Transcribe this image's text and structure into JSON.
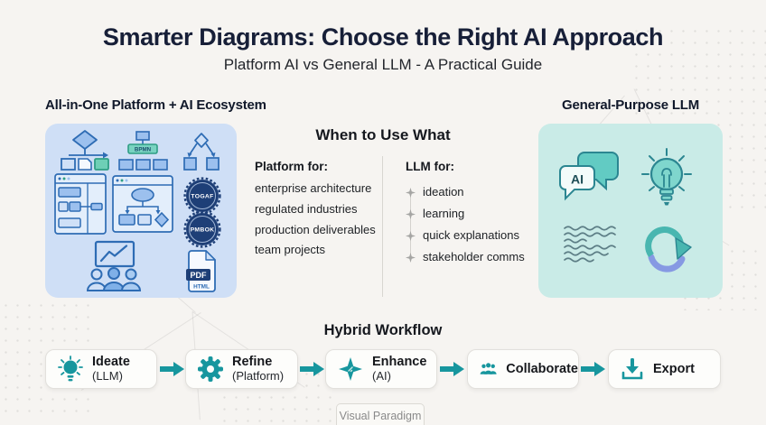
{
  "header": {
    "title": "Smarter Diagrams: Choose the Right AI Approach",
    "subtitle": "Platform AI vs General LLM - A Practical Guide"
  },
  "left_panel": {
    "heading": "All-in-One Platform + AI Ecosystem",
    "bpmn_label": "BPMN",
    "badges": [
      "TOGAF",
      "PMBOK"
    ],
    "file_icon": {
      "primary": "PDF",
      "secondary": "HTML"
    },
    "icon_names": [
      "flowchart-icon",
      "bpmn-tree-icon",
      "decision-tree-icon",
      "table-window-icon",
      "flowchart-window-icon",
      "togaf-badge",
      "pmbok-badge",
      "presentation-team-icon",
      "pdf-html-file-icon"
    ]
  },
  "center": {
    "heading": "When to Use What",
    "platform": {
      "label": "Platform for:",
      "items": [
        "enterprise architecture",
        "regulated industries",
        "production deliverables",
        "team projects"
      ]
    },
    "llm": {
      "label": "LLM for:",
      "items": [
        "ideation",
        "learning",
        "quick explanations",
        "stakeholder comms"
      ]
    }
  },
  "right_panel": {
    "heading": "General-Purpose LLM",
    "ai_label": "AI",
    "icon_names": [
      "ai-chat-icon",
      "lightbulb-icon",
      "text-waves-icon",
      "refresh-cycle-icon"
    ]
  },
  "workflow": {
    "heading": "Hybrid Workflow",
    "steps": [
      {
        "title": "Ideate",
        "subtitle": "(LLM)",
        "icon": "lightbulb-icon"
      },
      {
        "title": "Refine",
        "subtitle": "(Platform)",
        "icon": "gear-icon"
      },
      {
        "title": "Enhance",
        "subtitle": "(AI)",
        "icon": "sparkle-icon"
      },
      {
        "title": "Collaborate",
        "icon": "people-icon"
      },
      {
        "title": "Export",
        "icon": "download-icon"
      }
    ]
  },
  "footer": {
    "brand": "Visual Paradigm"
  },
  "colors": {
    "background": "#f6f4f1",
    "title_navy": "#171f38",
    "panel_blue": "#cfdff6",
    "panel_teal": "#c9ebe7",
    "icon_blue_stroke": "#2e6cb4",
    "icon_blue_fill": "#9cc0ee",
    "green_accent": "#6ecfb6",
    "badge_navy": "#1e3f77",
    "teal_stroke": "#2b8691",
    "teal_fill": "#62cbc3",
    "indigo": "#8699e3",
    "workflow_teal": "#17969e"
  }
}
